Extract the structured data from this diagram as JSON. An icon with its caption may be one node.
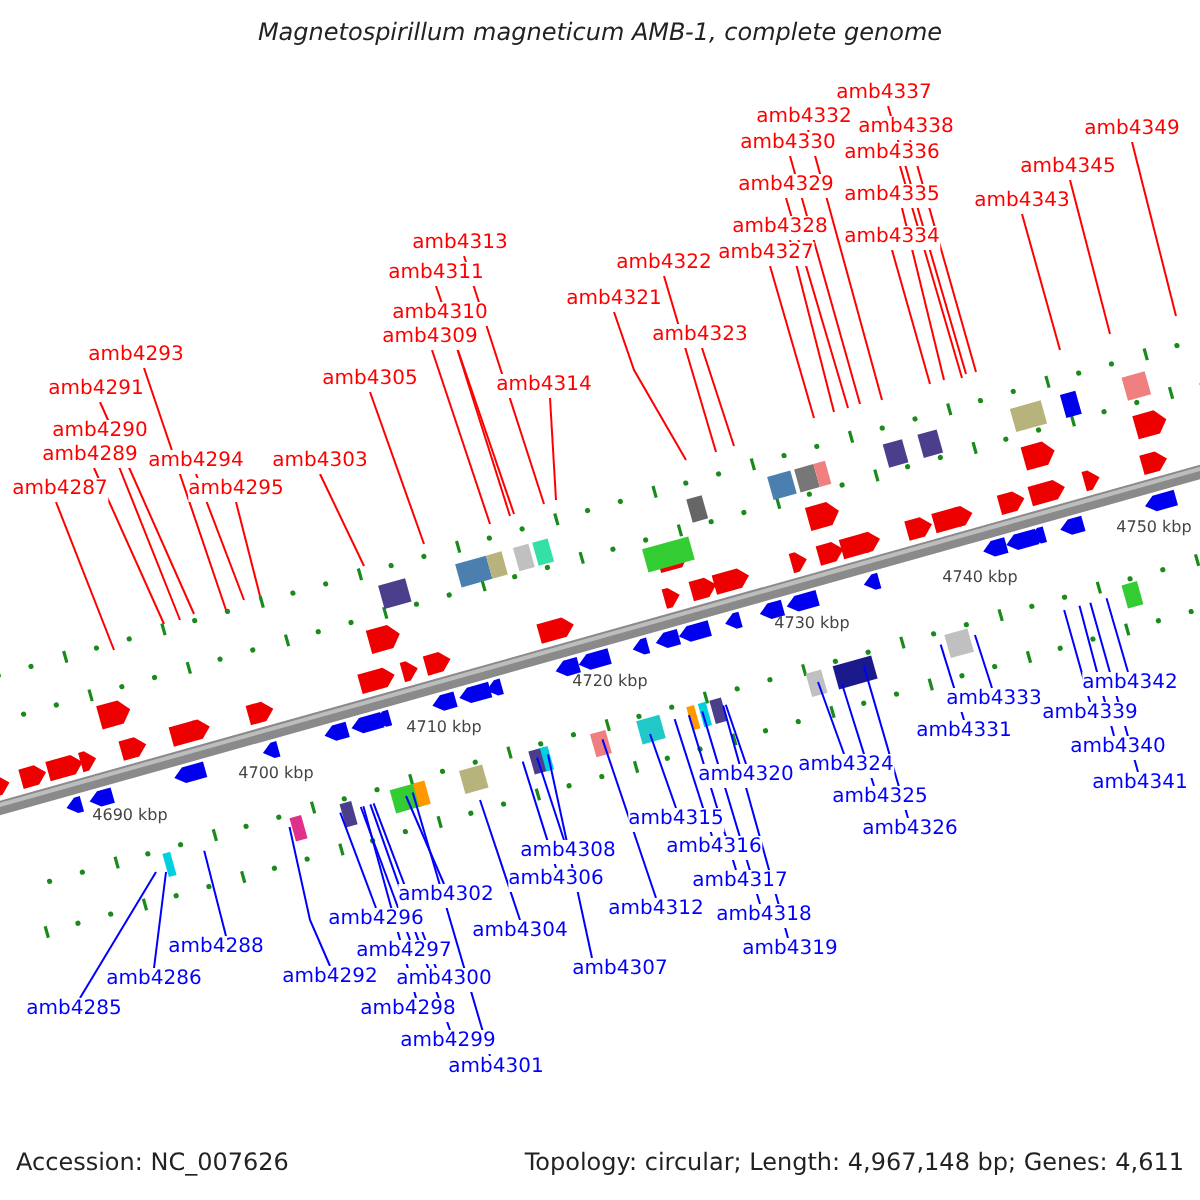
{
  "diagram": {
    "title": "Magnetospirillum magneticum AMB-1, complete genome",
    "nodes": [
      {
        "text": [
          "amb4285"
        ]
      },
      {
        "text": [
          "amb4286"
        ]
      },
      {
        "text": [
          "amb4287"
        ]
      },
      {
        "text": [
          "amb4288"
        ]
      },
      {
        "text": [
          "amb4289"
        ]
      },
      {
        "text": [
          "amb4290"
        ]
      },
      {
        "text": [
          "amb4291"
        ]
      },
      {
        "text": [
          "amb4292"
        ]
      },
      {
        "text": [
          "amb4293"
        ]
      },
      {
        "text": [
          "amb4294"
        ]
      },
      {
        "text": [
          "amb4295"
        ]
      },
      {
        "text": [
          "amb4296"
        ]
      },
      {
        "text": [
          "amb4297"
        ]
      },
      {
        "text": [
          "amb4298"
        ]
      },
      {
        "text": [
          "amb4299"
        ]
      },
      {
        "text": [
          "amb4300"
        ]
      },
      {
        "text": [
          "amb4301"
        ]
      },
      {
        "text": [
          "amb4302"
        ]
      },
      {
        "text": [
          "amb4303"
        ]
      },
      {
        "text": [
          "amb4304"
        ]
      },
      {
        "text": [
          "amb4305"
        ]
      },
      {
        "text": [
          "amb4306"
        ]
      },
      {
        "text": [
          "amb4307"
        ]
      },
      {
        "text": [
          "amb4308"
        ]
      },
      {
        "text": [
          "amb4309"
        ]
      },
      {
        "text": [
          "amb4310"
        ]
      },
      {
        "text": [
          "amb4311"
        ]
      },
      {
        "text": [
          "amb4312"
        ]
      },
      {
        "text": [
          "amb4313"
        ]
      },
      {
        "text": [
          "amb4314"
        ]
      },
      {
        "text": [
          "amb4315"
        ]
      },
      {
        "text": [
          "amb4316"
        ]
      },
      {
        "text": [
          "amb4317"
        ]
      },
      {
        "text": [
          "amb4318"
        ]
      },
      {
        "text": [
          "amb4319"
        ]
      },
      {
        "text": [
          "amb4320"
        ]
      },
      {
        "text": [
          "amb4321"
        ]
      },
      {
        "text": [
          "amb4322"
        ]
      },
      {
        "text": [
          "amb4323"
        ]
      },
      {
        "text": [
          "amb4324"
        ]
      },
      {
        "text": [
          "amb4325"
        ]
      },
      {
        "text": [
          "amb4326"
        ]
      },
      {
        "text": [
          "amb4327"
        ]
      },
      {
        "text": [
          "amb4328"
        ]
      },
      {
        "text": [
          "amb4329"
        ]
      },
      {
        "text": [
          "amb4330"
        ]
      },
      {
        "text": [
          "amb4331"
        ]
      },
      {
        "text": [
          "amb4332"
        ]
      },
      {
        "text": [
          "amb4333"
        ]
      },
      {
        "text": [
          "amb4334"
        ]
      },
      {
        "text": [
          "amb4335"
        ]
      },
      {
        "text": [
          "amb4336"
        ]
      },
      {
        "text": [
          "amb4337"
        ]
      },
      {
        "text": [
          "amb4338"
        ]
      },
      {
        "text": [
          "amb4339"
        ]
      },
      {
        "text": [
          "amb4340"
        ]
      },
      {
        "text": [
          "amb4341"
        ]
      },
      {
        "text": [
          "amb4342"
        ]
      },
      {
        "text": [
          "amb4343"
        ]
      },
      {
        "text": [
          "amb4345"
        ]
      },
      {
        "text": [
          "amb4349"
        ]
      }
    ],
    "edges": [
      {
        "from": 0,
        "to": null,
        "arrow": "none"
      },
      {
        "from": 1,
        "to": null,
        "arrow": "none"
      },
      {
        "from": 2,
        "to": null,
        "arrow": "none",
        "color": "#ff0000"
      },
      {
        "from": 3,
        "to": null,
        "arrow": "none"
      },
      {
        "from": 4,
        "to": null,
        "arrow": "none",
        "color": "#ff0000"
      },
      {
        "from": 5,
        "to": null,
        "arrow": "none",
        "color": "#ff0000"
      },
      {
        "from": 6,
        "to": null,
        "arrow": "none",
        "color": "#ff0000"
      },
      {
        "from": 7,
        "to": null,
        "arrow": "none"
      },
      {
        "from": 8,
        "to": null,
        "arrow": "none",
        "color": "#ff0000"
      },
      {
        "from": 9,
        "to": null,
        "arrow": "none",
        "color": "#ff0000"
      },
      {
        "from": 10,
        "to": null,
        "arrow": "none",
        "color": "#ff0000"
      },
      {
        "from": 11,
        "to": null,
        "arrow": "none"
      },
      {
        "from": 12,
        "to": null,
        "arrow": "none"
      },
      {
        "from": 13,
        "to": null,
        "arrow": "none"
      },
      {
        "from": 14,
        "to": null,
        "arrow": "none"
      },
      {
        "from": 15,
        "to": null,
        "arrow": "none"
      },
      {
        "from": 16,
        "to": null,
        "arrow": "none"
      },
      {
        "from": 17,
        "to": null,
        "arrow": "none"
      },
      {
        "from": 18,
        "to": null,
        "arrow": "none",
        "color": "#ff0000"
      },
      {
        "from": 19,
        "to": null,
        "arrow": "none"
      },
      {
        "from": 20,
        "to": null,
        "arrow": "none",
        "color": "#ff0000"
      },
      {
        "from": 21,
        "to": null,
        "arrow": "none"
      },
      {
        "from": 22,
        "to": null,
        "arrow": "none"
      },
      {
        "from": 23,
        "to": null,
        "arrow": "none"
      },
      {
        "from": 24,
        "to": null,
        "arrow": "none",
        "color": "#ff0000"
      },
      {
        "from": 25,
        "to": null,
        "arrow": "none",
        "color": "#ff0000"
      },
      {
        "from": 26,
        "to": null,
        "arrow": "none",
        "color": "#ff0000"
      },
      {
        "from": 27,
        "to": null,
        "arrow": "none"
      },
      {
        "from": 28,
        "to": null,
        "arrow": "none",
        "color": "#ff0000"
      },
      {
        "from": 29,
        "to": null,
        "arrow": "none",
        "color": "#ff0000"
      },
      {
        "from": 30,
        "to": null,
        "arrow": "none"
      },
      {
        "from": 31,
        "to": null,
        "arrow": "none"
      },
      {
        "from": 32,
        "to": null,
        "arrow": "none"
      },
      {
        "from": 33,
        "to": null,
        "arrow": "none"
      },
      {
        "from": 34,
        "to": null,
        "arrow": "none"
      },
      {
        "from": 35,
        "to": null,
        "arrow": "none"
      },
      {
        "from": 36,
        "to": null,
        "arrow": "none",
        "color": "#ff0000"
      },
      {
        "from": 37,
        "to": null,
        "arrow": "none",
        "color": "#ff0000"
      },
      {
        "from": 38,
        "to": null,
        "arrow": "none",
        "color": "#ff0000"
      },
      {
        "from": 39,
        "to": null,
        "arrow": "none"
      },
      {
        "from": 40,
        "to": null,
        "arrow": "none"
      },
      {
        "from": 41,
        "to": null,
        "arrow": "none"
      },
      {
        "from": 42,
        "to": null,
        "arrow": "none",
        "color": "#ff0000"
      },
      {
        "from": 43,
        "to": null,
        "arrow": "none",
        "color": "#ff0000"
      },
      {
        "from": 44,
        "to": null,
        "arrow": "none",
        "color": "#ff0000"
      },
      {
        "from": 45,
        "to": null,
        "arrow": "none",
        "color": "#ff0000"
      },
      {
        "from": 46,
        "to": null,
        "arrow": "none"
      },
      {
        "from": 47,
        "to": null,
        "arrow": "none",
        "color": "#ff0000"
      },
      {
        "from": 48,
        "to": null,
        "arrow": "none"
      },
      {
        "from": 49,
        "to": null,
        "arrow": "none",
        "color": "#ff0000"
      },
      {
        "from": 50,
        "to": null,
        "arrow": "none",
        "color": "#ff0000"
      },
      {
        "from": 51,
        "to": null,
        "arrow": "none",
        "color": "#ff0000"
      },
      {
        "from": 52,
        "to": null,
        "arrow": "none",
        "color": "#ff0000"
      },
      {
        "from": 53,
        "to": null,
        "arrow": "none",
        "color": "#ff0000"
      },
      {
        "from": 54,
        "to": null,
        "arrow": "none"
      },
      {
        "from": 55,
        "to": null,
        "arrow": "none"
      },
      {
        "from": 56,
        "to": null,
        "arrow": "none"
      },
      {
        "from": 57,
        "to": null,
        "arrow": "none"
      },
      {
        "from": 58,
        "to": null,
        "arrow": "none",
        "color": "#ff0000"
      },
      {
        "from": 59,
        "to": null,
        "arrow": "none",
        "color": "#ff0000"
      },
      {
        "from": 60,
        "to": null,
        "arrow": "none",
        "color": "#ff0000"
      }
    ],
    "labels": [
      "4690 kbp",
      "4700 kbp",
      "4710 kbp",
      "4720 kbp",
      "4730 kbp",
      "4740 kbp",
      "4750 kbp",
      "Accession: NC_007626",
      "Topology: circular; Length: 4,967,148 bp; Genes: 4,611"
    ]
  }
}
